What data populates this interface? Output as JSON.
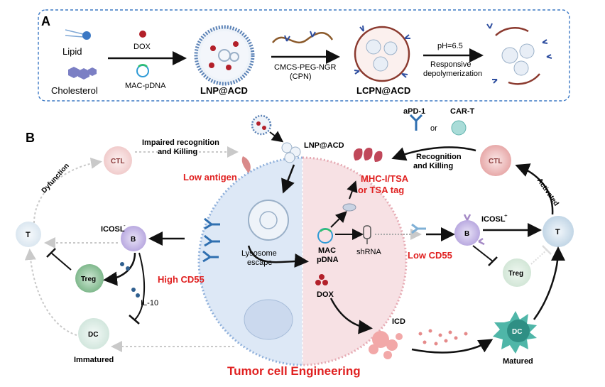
{
  "panelA": {
    "letter": "A",
    "lipid": "Lipid",
    "cholesterol": "Cholesterol",
    "dox": "DOX",
    "mac_pdna": "MAC-pDNA",
    "lnp": "LNP@ACD",
    "cpn_line1": "CMCS-PEG-NGR",
    "cpn_line2": "(CPN)",
    "lcpn": "LCPN@ACD",
    "ph": "pH=6.5",
    "resp_line1": "Responsive",
    "resp_line2": "depolymerization"
  },
  "panelB": {
    "letter": "B",
    "impaired_line1": "Impaired recognition",
    "impaired_line2": "and  Killing",
    "lnp": "LNP@ACD",
    "apd1": "aPD-1",
    "or": "or",
    "cart": "CAR-T",
    "recog_line1": "Recognition",
    "recog_line2": "and  Killing",
    "ctl_left": "CTL",
    "ctl_right": "CTL",
    "dysfunction": "Dyfunction",
    "low_antigen": "Low antigen",
    "mhc_line1": "MHC-I/TSA",
    "mhc_line2": "or TSA tag",
    "activated": "Activated",
    "icosl_neg": "ICOSL",
    "icosl_pos": "ICOSL",
    "t_left": "T",
    "t_right": "T",
    "b_left": "B",
    "b_right": "B",
    "treg_left": "Treg",
    "treg_right": "Treg",
    "dc_left": "DC",
    "dc_right": "DC",
    "high_cd55": "High CD55",
    "low_cd55": "Low CD55",
    "il10": "IL-10",
    "lysosome_line1": "Lysosome",
    "lysosome_line2": "escape",
    "mac_line1": "MAC",
    "mac_line2": "pDNA",
    "shrna": "shRNA",
    "dox": "DOX",
    "icd": "ICD",
    "immatured": "Immatured",
    "matured": "Matured",
    "title": "Tumor cell Engineering"
  },
  "colors": {
    "red_label": "#e02020",
    "blue_half": "#dde8f6",
    "pink_half": "#f7e1e4",
    "antibody": "#2f6fb0",
    "panel_border": "#3b78c4"
  }
}
